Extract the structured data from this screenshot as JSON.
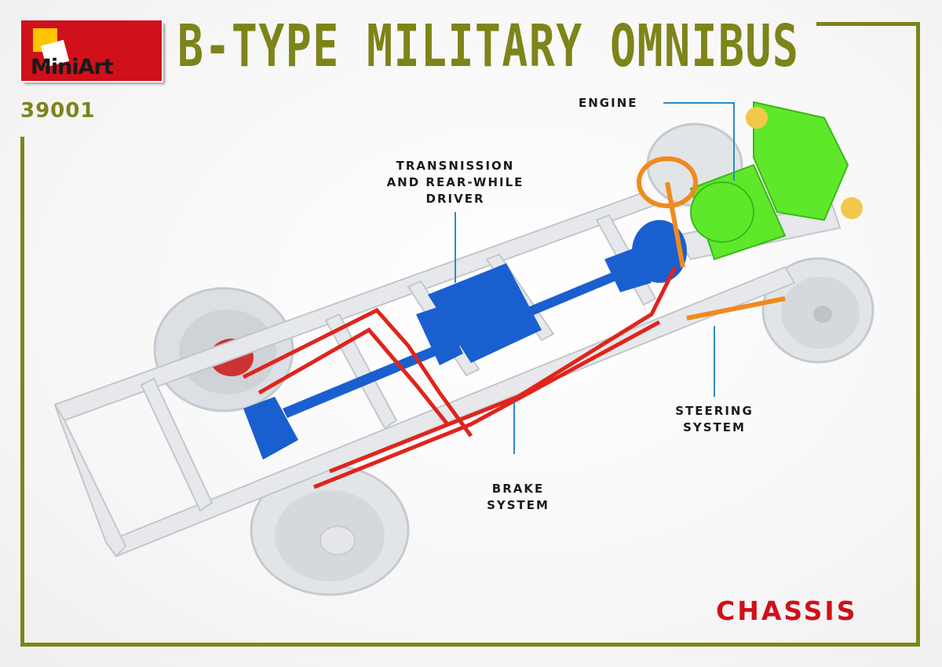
{
  "brand": {
    "logo_text": "MiniArt"
  },
  "title": "B-TYPE MILITARY OMNIBUS",
  "product_code": "39001",
  "callouts": {
    "engine": "ENGINE",
    "transmission": [
      "TRANSNISSION",
      "AND REAR-WHILE",
      "DRIVER"
    ],
    "steering": [
      "STEERING",
      "SYSTEM"
    ],
    "brake": [
      "BRAKE",
      "SYSTEM"
    ]
  },
  "section_label": "CHASSIS",
  "colors": {
    "frame_olive": "#7d8419",
    "brand_red": "#d0101a",
    "engine_green": "#5ee82a",
    "transmission_blue": "#1a5fd0",
    "brake_red": "#e0241c",
    "steering_orange": "#f08a1e",
    "leader_line": "#2a8ac8"
  }
}
